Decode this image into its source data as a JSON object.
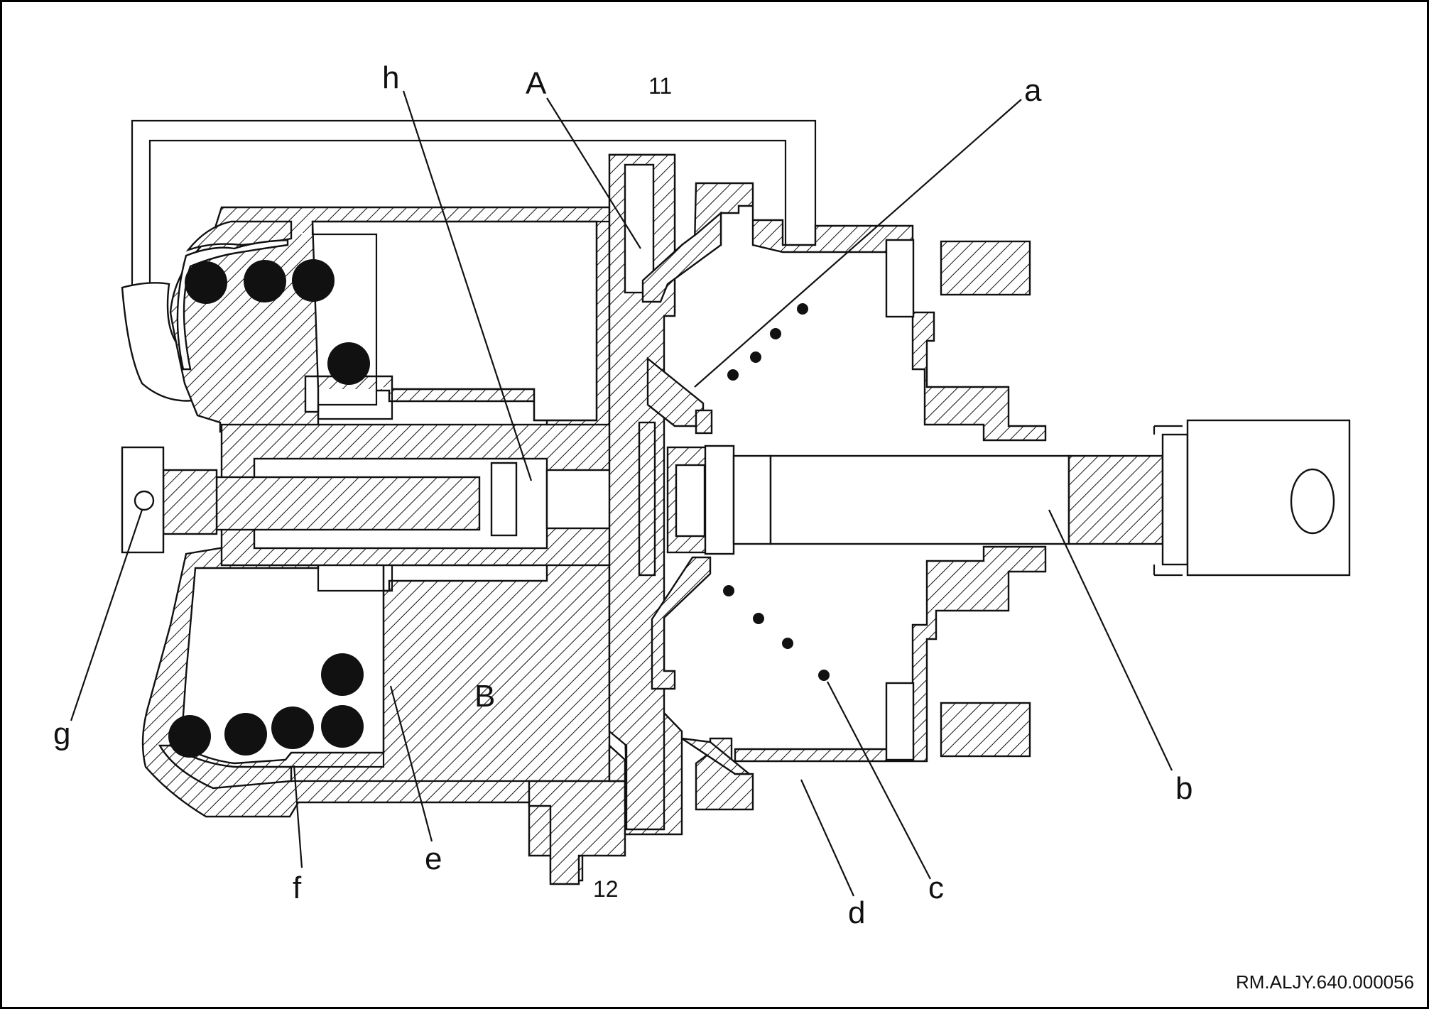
{
  "diagram": {
    "chamber_labels": {
      "A": "A",
      "B": "B"
    },
    "port_labels": {
      "top": "11",
      "bottom": "12"
    },
    "callouts": {
      "a": "a",
      "b": "b",
      "c": "c",
      "d": "d",
      "e": "e",
      "f": "f",
      "g": "g",
      "h": "h"
    },
    "reference_code": "RM.ALJY.640.000056"
  }
}
